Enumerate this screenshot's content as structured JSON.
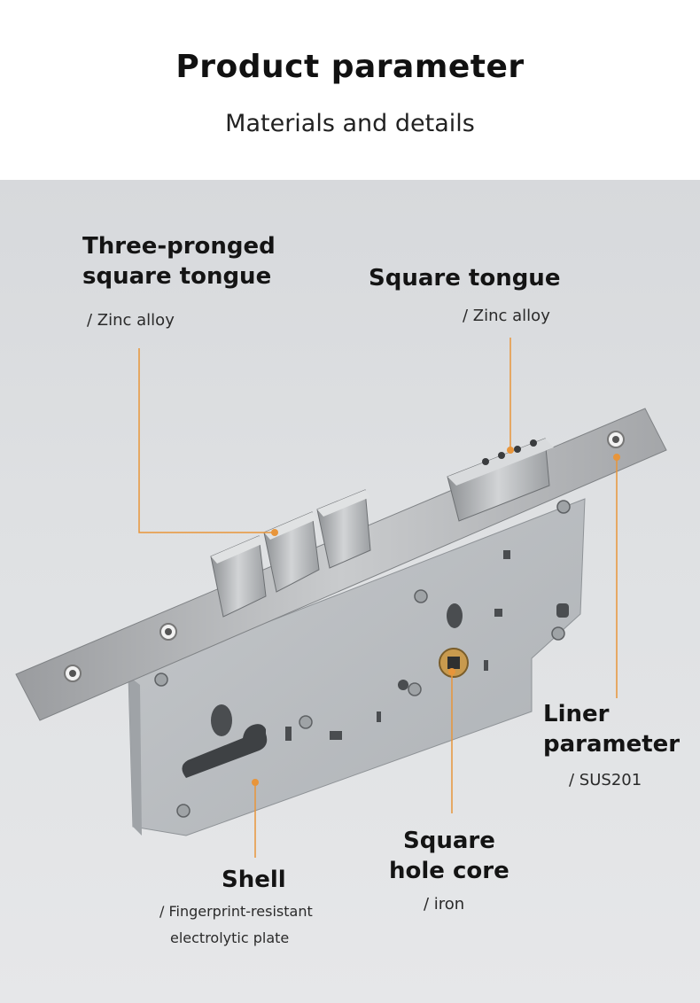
{
  "header": {
    "title": "Product parameter",
    "subtitle": "Materials and details"
  },
  "callouts": {
    "three_pronged": {
      "title_line1": "Three-pronged",
      "title_line2": "square tongue",
      "material": "/ Zinc alloy"
    },
    "square_tongue": {
      "title": "Square tongue",
      "material": "/ Zinc alloy"
    },
    "liner": {
      "title_line1": "Liner",
      "title_line2": "parameter",
      "material": "/ SUS201"
    },
    "hole_core": {
      "title_line1": "Square",
      "title_line2": "hole core",
      "material": "/ iron"
    },
    "shell": {
      "title": "Shell",
      "material_line1": "/ Fingerprint-resistant",
      "material_line2": "electrolytic plate"
    }
  },
  "colors": {
    "accent": "#e8953a",
    "metal": "#b9bcbf",
    "background": "#dfe1e3"
  }
}
